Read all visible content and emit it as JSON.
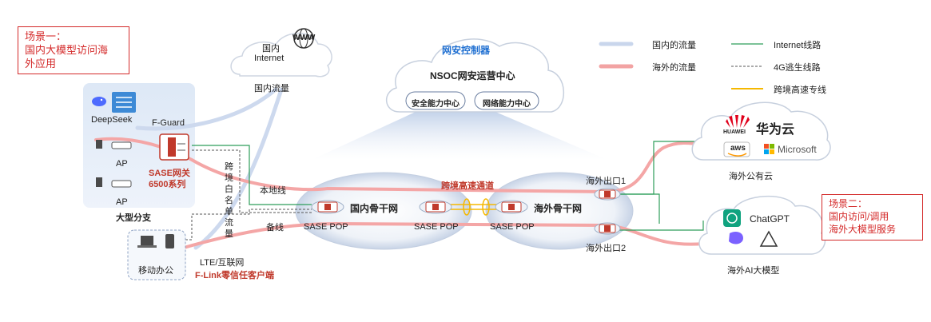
{
  "callout_left": {
    "title": "场景一：",
    "body": [
      "国内大模型访问海",
      "外应用"
    ]
  },
  "callout_right": {
    "title": "场景二：",
    "body": [
      "国内访问/调用",
      "海外大模型服务"
    ]
  },
  "cloud_domestic": {
    "line1": "国内",
    "line2": "Internet",
    "www": "WWW",
    "below": "国内流量"
  },
  "nsoc": {
    "title": "网安控制器",
    "center": "NSOC网安运营中心",
    "left_box": "安全能力中心",
    "right_box": "网络能力中心"
  },
  "legend": [
    {
      "label": "国内的流量",
      "color": "#c9d6ec"
    },
    {
      "label": "海外的流量",
      "color": "#f2a3a3"
    },
    {
      "label": "Internet线路",
      "color": "#2e9e5b"
    },
    {
      "label": "4G逃生线路",
      "color": "#555555"
    },
    {
      "label": "跨境高速专线",
      "color": "#f5b800"
    }
  ],
  "branch": {
    "deepseek": "DeepSeek",
    "fguard": "F-Guard",
    "ap1": "AP",
    "ap2": "AP",
    "sase_gw_line1": "SASE网关",
    "sase_gw_line2": "6500系列",
    "label": "大型分支"
  },
  "whitelist_text": [
    "跨",
    "境",
    "白",
    "名",
    "单",
    "流",
    "量"
  ],
  "local_line": "本地线",
  "backup_line": "备线",
  "mobile": {
    "label": "移动办公",
    "lte": "LTE/互联网",
    "client": "F-Link零信任客户端"
  },
  "backbone_domestic": "国内骨干网",
  "backbone_overseas": "海外骨干网",
  "channel": "跨境高速通道",
  "pops": [
    "SASE POP",
    "SASE POP",
    "SASE POP"
  ],
  "exit1": "海外出口1",
  "exit2": "海外出口2",
  "huawei_cloud": {
    "brand": "华为云",
    "huawei": "HUAWEI",
    "aws": "aws",
    "microsoft": "Microsoft",
    "below": "海外公有云"
  },
  "ai_cloud": {
    "chatgpt": "ChatGPT",
    "below": "海外AI大模型"
  }
}
